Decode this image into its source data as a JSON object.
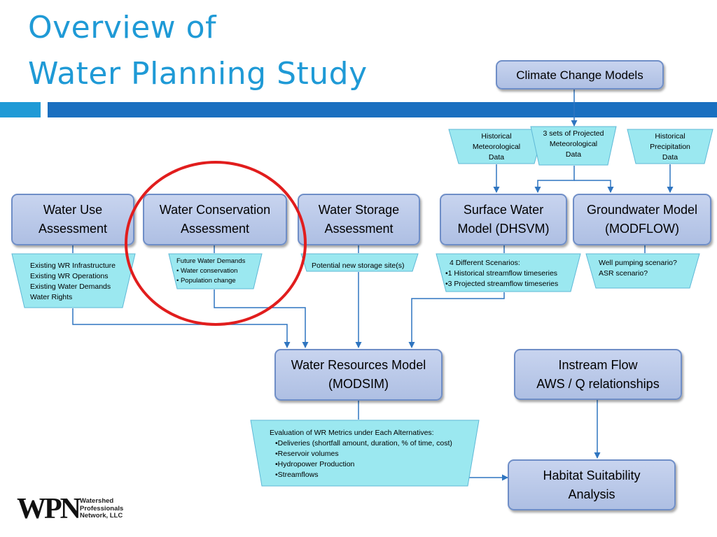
{
  "title": {
    "line1": "Overview of",
    "line2": "Water Planning Study"
  },
  "boxes": {
    "climate": "Climate Change Models",
    "water_use": "Water Use\nAssessment",
    "water_conservation": "Water Conservation\nAssessment",
    "water_storage": "Water Storage\nAssessment",
    "surface_water": "Surface Water\nModel (DHSVM)",
    "groundwater": "Groundwater Model\n(MODFLOW)",
    "water_resources": "Water Resources Model\n(MODSIM)",
    "instream": "Instream Flow\nAWS / Q relationships",
    "habitat": "Habitat Suitability\nAnalysis"
  },
  "inputs": {
    "hist_met": [
      "Historical",
      "Meteorological",
      "Data"
    ],
    "proj_met": [
      "3 sets of  Projected",
      "Meteorological",
      "Data"
    ],
    "hist_precip": [
      "Historical",
      "Precipitation",
      "Data"
    ]
  },
  "notes": {
    "water_use": [
      "Existing WR Infrastructure",
      "Existing WR Operations",
      "Existing Water Demands",
      "Water Rights"
    ],
    "conservation": [
      "Future Water Demands",
      "•  Water conservation",
      "•  Population change"
    ],
    "storage": [
      "Potential new storage site(s)"
    ],
    "surface": [
      "4 Different Scenarios:",
      "•1 Historical streamflow timeseries",
      "•3 Projected streamflow timeseries"
    ],
    "ground": [
      "Well pumping scenario?",
      "ASR scenario?"
    ],
    "evaluation": [
      "Evaluation of  WR Metrics under Each Alternatives:",
      "•Deliveries (shortfall amount, duration, % of time, cost)",
      "•Reservoir volumes",
      "•Hydropower Production",
      "•Streamflows"
    ]
  },
  "logo": {
    "mark": "WPN",
    "line1": "Watershed",
    "line2": "Professionals",
    "line3": "Network, LLC"
  },
  "colors": {
    "title": "#1f9ad6",
    "bar_accent": "#1f9ad6",
    "bar": "#1a6fc0",
    "box_fill": "#b8c7e8",
    "box_border": "#6f8ec7",
    "note_fill": "#9be8f0",
    "arrow": "#2f75c0",
    "highlight_ring": "#e11d1d"
  }
}
